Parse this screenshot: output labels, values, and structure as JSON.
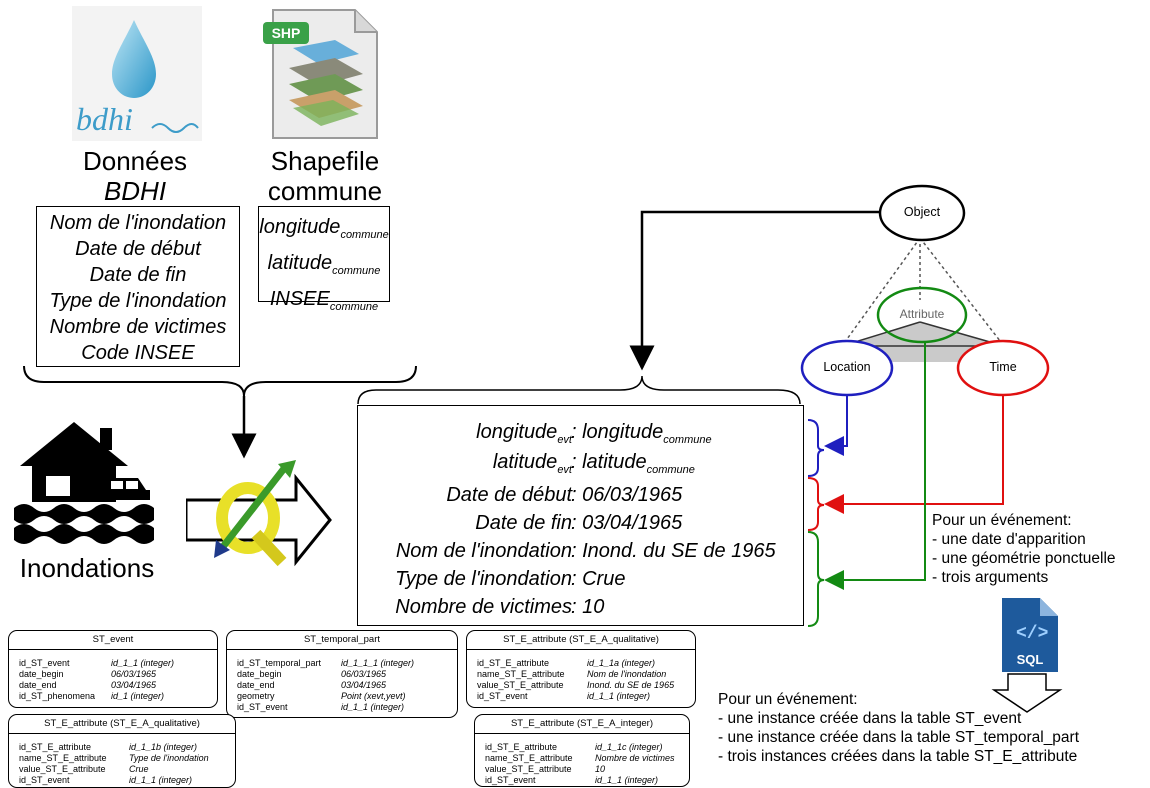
{
  "sources": {
    "bdhi": {
      "logo_text": "bdhi",
      "label_line1": "Données",
      "label_line2": "BDHI",
      "fields": [
        "Nom de l'inondation",
        "Date de début",
        "Date de fin",
        "Type de l'inondation",
        "Nombre de victimes",
        "Code INSEE"
      ]
    },
    "shapefile": {
      "badge": "SHP",
      "label_line1": "Shapefile",
      "label_line2": "commune",
      "fields": [
        {
          "base": "longitude",
          "sub": "commune"
        },
        {
          "base": "latitude",
          "sub": "commune"
        },
        {
          "base": "INSEE",
          "sub": "commune"
        }
      ]
    }
  },
  "floods_label": "Inondations",
  "model": {
    "object": "Object",
    "attribute": "Attribute",
    "location": "Location",
    "time": "Time",
    "colors": {
      "location": "#1f1fbf",
      "attribute": "#138a13",
      "time": "#e01010"
    }
  },
  "mapping": [
    {
      "lhs_base": "longitude",
      "lhs_sub": "evt",
      "rhs_base": ": longitude",
      "rhs_sub": "commune"
    },
    {
      "lhs_base": "latitude",
      "lhs_sub": "evt",
      "rhs_base": ": latitude",
      "rhs_sub": "commune"
    },
    {
      "lhs_base": "Date de début",
      "lhs_sub": "",
      "rhs_base": ": 06/03/1965",
      "rhs_sub": ""
    },
    {
      "lhs_base": "Date de fin",
      "lhs_sub": "",
      "rhs_base": ": 03/04/1965",
      "rhs_sub": ""
    },
    {
      "lhs_base": "Nom de l'inondation",
      "lhs_sub": "",
      "rhs_base": ": Inond. du SE de 1965",
      "rhs_sub": ""
    },
    {
      "lhs_base": "Type de l'inondation",
      "lhs_sub": "",
      "rhs_base": ": Crue",
      "rhs_sub": ""
    },
    {
      "lhs_base": "Nombre de victimes",
      "lhs_sub": "",
      "rhs_base": ": 10",
      "rhs_sub": ""
    }
  ],
  "event_note": {
    "title": "Pour un événement:",
    "items": [
      "- une date d'apparition",
      "- une géométrie ponctuelle",
      "- trois arguments"
    ]
  },
  "sql_label": "SQL",
  "instances_note": {
    "title": "Pour un événement:",
    "items": [
      "- une instance créée dans la table ST_event",
      "- une instance créée dans la table ST_temporal_part",
      "- trois instances créées dans la table ST_E_attribute"
    ]
  },
  "tables": [
    {
      "title": "ST_event",
      "rows": [
        {
          "name": "id_ST_event",
          "value": "id_1_1 (integer)"
        },
        {
          "name": "date_begin",
          "value": "06/03/1965"
        },
        {
          "name": "date_end",
          "value": "03/04/1965"
        },
        {
          "name": "id_ST_phenomena",
          "value": "id_1 (integer)"
        }
      ]
    },
    {
      "title": "ST_temporal_part",
      "rows": [
        {
          "name": "id_ST_temporal_part",
          "value": "id_1_1_1 (integer)"
        },
        {
          "name": "date_begin",
          "value": "06/03/1965"
        },
        {
          "name": "date_end",
          "value": "03/04/1965"
        },
        {
          "name": "geometry",
          "value": "Point (xevt,yevt)"
        },
        {
          "name": "id_ST_event",
          "value": "id_1_1 (integer)"
        }
      ]
    },
    {
      "title": "ST_E_attribute (ST_E_A_qualitative)",
      "rows": [
        {
          "name": "id_ST_E_attribute",
          "value": "id_1_1a (integer)"
        },
        {
          "name": "name_ST_E_attribute",
          "value": "Nom de l'inondation"
        },
        {
          "name": "value_ST_E_attribute",
          "value": "Inond. du SE de 1965"
        },
        {
          "name": "id_ST_event",
          "value": "id_1_1 (integer)"
        }
      ]
    },
    {
      "title": "ST_E_attribute (ST_E_A_qualitative)",
      "rows": [
        {
          "name": "id_ST_E_attribute",
          "value": "id_1_1b (integer)"
        },
        {
          "name": "name_ST_E_attribute",
          "value": "Type de l'inondation"
        },
        {
          "name": "value_ST_E_attribute",
          "value": "Crue"
        },
        {
          "name": "id_ST_event",
          "value": "id_1_1 (integer)"
        }
      ]
    },
    {
      "title": "ST_E_attribute (ST_E_A_integer)",
      "rows": [
        {
          "name": "id_ST_E_attribute",
          "value": "id_1_1c (integer)"
        },
        {
          "name": "name_ST_E_attribute",
          "value": "Nombre de victimes"
        },
        {
          "name": "value_ST_E_attribute",
          "value": "10"
        },
        {
          "name": "id_ST_event",
          "value": "id_1_1 (integer)"
        }
      ]
    }
  ]
}
